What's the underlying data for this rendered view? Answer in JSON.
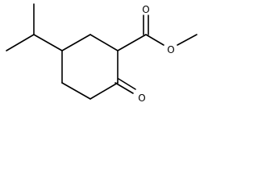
{
  "molecule": {
    "atoms": {
      "ester_carbonyl_oxygen": "O",
      "ester_ether_oxygen": "O",
      "ketone_oxygen": "O"
    },
    "colors": {
      "bond": "#000000",
      "label": "#000000",
      "background": "#ffffff"
    }
  }
}
